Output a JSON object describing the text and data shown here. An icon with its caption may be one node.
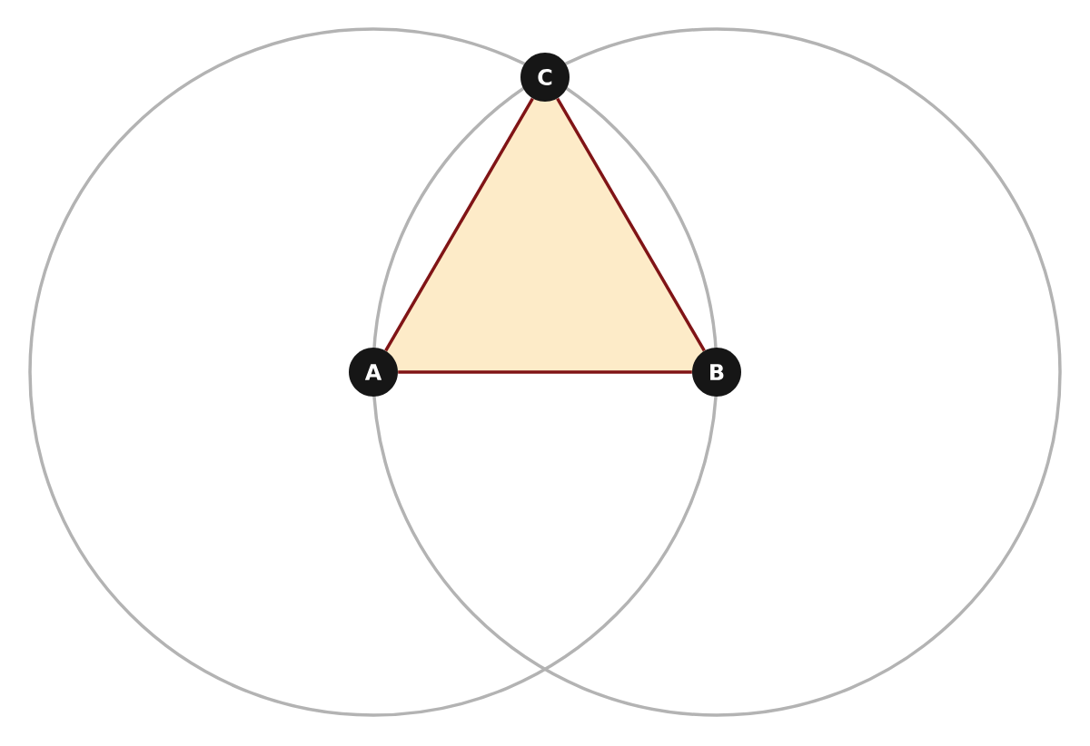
{
  "diagram": {
    "nodes": [
      {
        "text": [
          "C"
        ]
      },
      {
        "text": [
          "A"
        ]
      },
      {
        "text": [
          "B"
        ]
      }
    ],
    "edges": [
      {
        "from": 1,
        "to": 0,
        "arrow": "none"
      },
      {
        "from": 0,
        "to": 2,
        "arrow": "none"
      },
      {
        "from": 1,
        "to": 2,
        "arrow": "none"
      }
    ]
  }
}
